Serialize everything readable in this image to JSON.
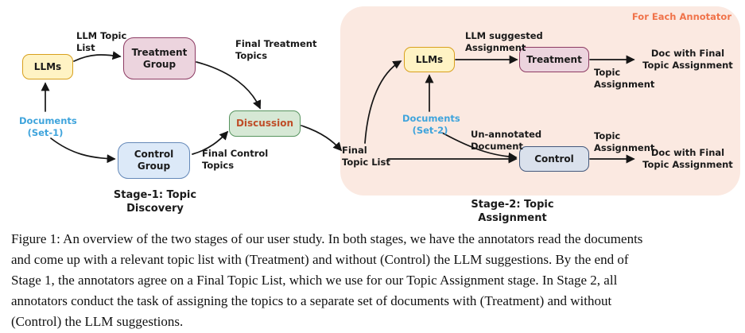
{
  "palette": {
    "llms_fill": "#fff3c4",
    "llms_border": "#d8a01d",
    "treatment_fill": "#ecd4de",
    "treatment_border": "#8d3b63",
    "control_group_fill": "#dce9f8",
    "control_group_border": "#6488b8",
    "control_fill": "#dae1ec",
    "control_border": "#44597c",
    "discussion_fill": "#d6e8d5",
    "discussion_border": "#57945f",
    "discussion_text": "#bf4d28",
    "stage2_background": "#fbe9e1",
    "annotator_label": "#f0734a",
    "documents_text": "#3fa4dc",
    "arrow": "#151515"
  },
  "stage1": {
    "caption": "Stage-1: Topic Discovery",
    "llms": "LLMs",
    "treatment_group": "Treatment\nGroup",
    "control_group": "Control\nGroup",
    "discussion": "Discussion",
    "documents": "Documents\n(Set-1)",
    "llm_topic_list": "LLM Topic\nList",
    "final_treatment_topics": "Final Treatment\nTopics",
    "final_control_topics": "Final Control\nTopics"
  },
  "stage2": {
    "caption": "Stage-2: Topic Assignment",
    "for_each_annotator": "For Each Annotator",
    "llms": "LLMs",
    "treatment": "Treatment",
    "control": "Control",
    "documents": "Documents\n(Set-2)",
    "llm_suggested_assignment": "LLM suggested\nAssignment",
    "un_annotated_document": "Un-annotated\nDocument",
    "topic_assignment_top": "Topic\nAssignment",
    "topic_assignment_bottom": "Topic\nAssignment",
    "doc_with_final_top": "Doc with Final\nTopic Assignment",
    "doc_with_final_bottom": "Doc with Final\nTopic Assignment",
    "final_topic_list": "Final\nTopic List"
  },
  "caption": {
    "lines": [
      "Figure 1: An overview of the two stages of our user study. In both stages, we have the annotators read the documents",
      "and come up with a relevant topic list with (Treatment) and without (Control) the LLM suggestions. By the end of",
      "Stage 1, the annotators agree on a Final Topic List, which we use for our Topic Assignment stage. In Stage 2, all",
      "annotators conduct the task of assigning the topics to a separate set of documents with (Treatment) and without",
      "(Control) the LLM suggestions."
    ]
  }
}
